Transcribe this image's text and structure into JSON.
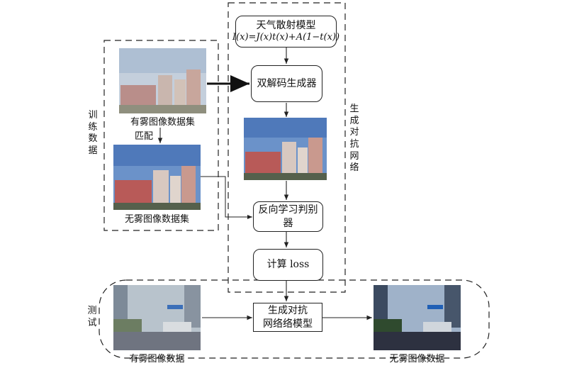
{
  "labels": {
    "training_data": "训练数据",
    "gan": "生成对抗网络",
    "testing": "测试",
    "match": "匹配"
  },
  "boxes": {
    "atmospheric_model_title": "天气散射模型",
    "atmospheric_model_formula": "I(x)=J(x)t(x)+A(1−t(x))",
    "dual_decoder_generator": "双解码生成器",
    "reverse_discriminator": "反向学习判别器",
    "compute_loss": "计算 loss",
    "gan_model_line1": "生成对抗",
    "gan_model_line2": "网络络模型"
  },
  "captions": {
    "hazy_dataset": "有雾图像数据集",
    "clear_dataset": "无雾图像数据集",
    "hazy_image_data": "有雾图像数据",
    "clear_image_data": "无雾图像数据"
  },
  "colors": {
    "sky_hazy": "#b9c6d6",
    "sky_clear": "#5f86c4",
    "building_red": "#b65a55",
    "road_dark": "#2d3140"
  }
}
